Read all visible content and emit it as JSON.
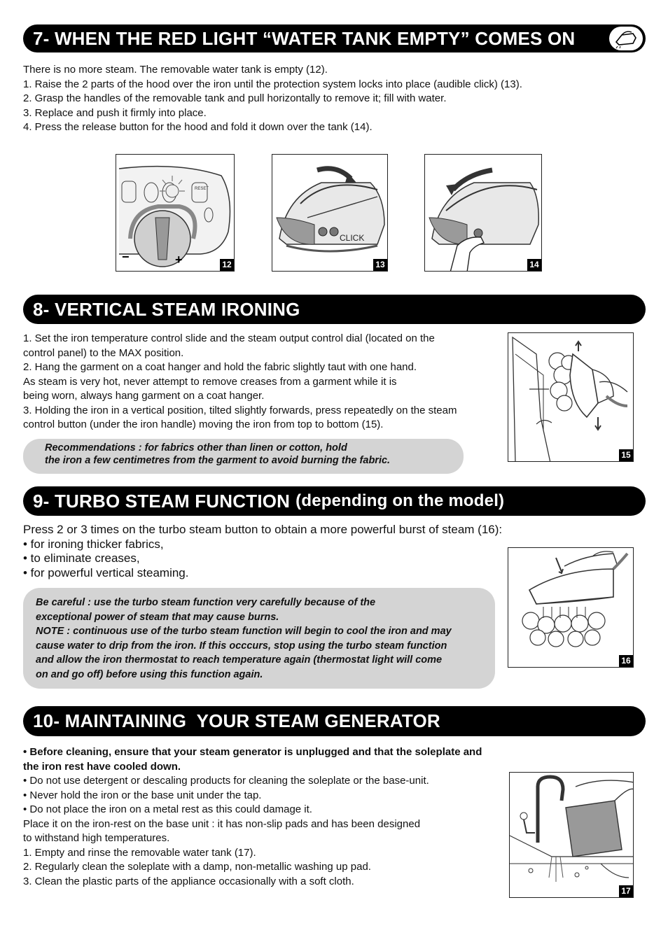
{
  "section7": {
    "title": "7- WHEN THE RED LIGHT “WATER TANK EMPTY” COMES ON",
    "lines": [
      "There is no more steam. The removable water tank is empty (12).",
      "1. Raise the 2 parts of the hood over the iron until the protection system locks into place (audible click) (13).",
      "2.  Grasp the handles of the removable tank and pull horizontally to remove it; fill with water.",
      "3.  Replace and push it firmly into place.",
      "4.  Press the release button for the hood and fold it down over the tank (14)."
    ],
    "figures": {
      "f12": "12",
      "f13": "13",
      "f14": "14",
      "click_label": "CLICK",
      "reset_label": "RESET",
      "minus": "−",
      "plus": "+"
    }
  },
  "section8": {
    "title": "8- VERTICAL STEAM IRONING",
    "lines": [
      "1. Set the iron temperature control slide and the steam output control dial (located on the",
      "control panel) to the MAX position.",
      "2. Hang the garment on a coat hanger and hold the fabric slightly taut with one hand.",
      "As steam is very hot, never attempt to remove creases from a garment while it is",
      "being worn, always hang garment on a coat hanger.",
      "3. Holding the iron in a vertical position, tilted slightly forwards, press repeatedly on the steam",
      "control button (under the iron handle) moving the iron from top to bottom (15)."
    ],
    "note": [
      "Recommendations : for fabrics other than linen or cotton, hold",
      "the iron a few centimetres from the garment to avoid burning the fabric."
    ],
    "figure": "15"
  },
  "section9": {
    "title": "9- TURBO STEAM FUNCTION",
    "title_suffix": "(depending on the model)",
    "lines": [
      "Press 2 or 3 times on the turbo steam button to obtain a more powerful burst of steam (16):",
      "• for ironing thicker fabrics,",
      "• to eliminate creases,",
      "• for powerful vertical steaming."
    ],
    "note": [
      "Be careful : use the turbo steam function very carefully because of the",
      "exceptional power of steam that may cause burns.",
      "NOTE : continuous use of the turbo steam function will begin to cool the iron and may",
      "cause water to drip from the iron. If this occcurs, stop using the turbo steam function",
      "and allow the iron thermostat to reach temperature again (thermostat light will come",
      "on and go off) before using this function again."
    ],
    "figure": "16"
  },
  "section10": {
    "title": "10- MAINTAINING  YOUR STEAM GENERATOR",
    "bold_lines": [
      "• Before cleaning, ensure that your steam generator is unplugged and that the soleplate and",
      "the iron rest have cooled down."
    ],
    "lines": [
      "• Do not use detergent or descaling products for cleaning the soleplate or the base-unit.",
      "• Never hold the iron or the base unit under the tap.",
      "• Do not place the iron on a metal rest as this could damage it.",
      "Place it on the iron-rest on the base unit : it has non-slip pads and has been designed",
      "to withstand high temperatures.",
      "1. Empty and rinse the removable water tank (17).",
      "2. Regularly clean the soleplate with a damp, non-metallic washing up pad.",
      "3.  Clean the plastic parts of the appliance occasionally with a soft cloth."
    ],
    "figure": "17"
  }
}
